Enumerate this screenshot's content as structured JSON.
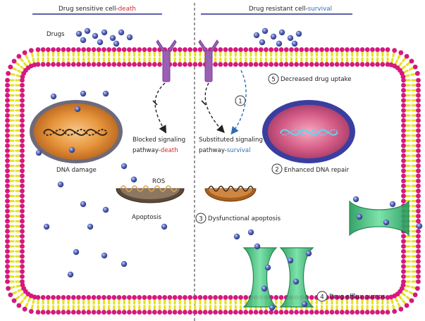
{
  "header": {
    "left_title_prefix": "Drug sensitive cell-",
    "left_title_emph": "death",
    "right_title_prefix": "Drug resistant cell-",
    "right_title_emph": "survival"
  },
  "labels": {
    "drugs": "Drugs",
    "dna_damage": "DNA damage",
    "blocked_line1": "Blocked signaling",
    "blocked_line2_prefix": "pathway-",
    "blocked_line2_emph": "death",
    "substituted_line1": "Substituted signaling",
    "substituted_line2_prefix": "pathway-",
    "substituted_line2_emph": "survival",
    "ros": "ROS",
    "apoptosis": "Apoptosis"
  },
  "mechanisms": [
    {
      "number": "1",
      "label": ""
    },
    {
      "number": "2",
      "label": "Enhanced DNA repair"
    },
    {
      "number": "3",
      "label": "Dysfunctional apoptosis"
    },
    {
      "number": "4",
      "label": "Drug efflux pumps"
    },
    {
      "number": "5",
      "label": "Decreased drug uptake"
    }
  ],
  "colors": {
    "death": "#d7262a",
    "survival": "#2f6db5",
    "membrane_head": "#d6187f",
    "membrane_tail": "#e6e22a",
    "receptor": "#9b5fb4",
    "drug": "#4d5db0",
    "pump": "#2fbf72",
    "divider": "#555555",
    "title_rule": "#2b2b8a"
  }
}
